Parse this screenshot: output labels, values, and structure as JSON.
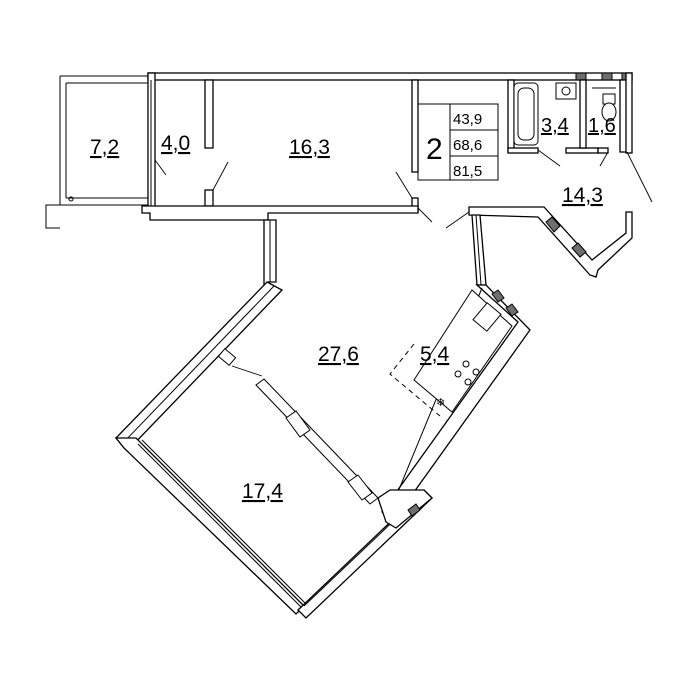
{
  "apartment": {
    "rooms_count": "2",
    "areas": {
      "living": "43,9",
      "total": "68,6",
      "total_with_balconies": "81,5"
    }
  },
  "rooms": {
    "balcony_left": "7,2",
    "wardrobe": "4,0",
    "bedroom": "16,3",
    "bathroom": "3,4",
    "toilet": "1,6",
    "hallway": "14,3",
    "living_room": "27,6",
    "kitchen_zone": "5,4",
    "loggia": "17,4"
  },
  "colors": {
    "wall_fill": "#ffffff",
    "wall_stroke": "#000000",
    "column_fill": "#6e6e6e"
  }
}
